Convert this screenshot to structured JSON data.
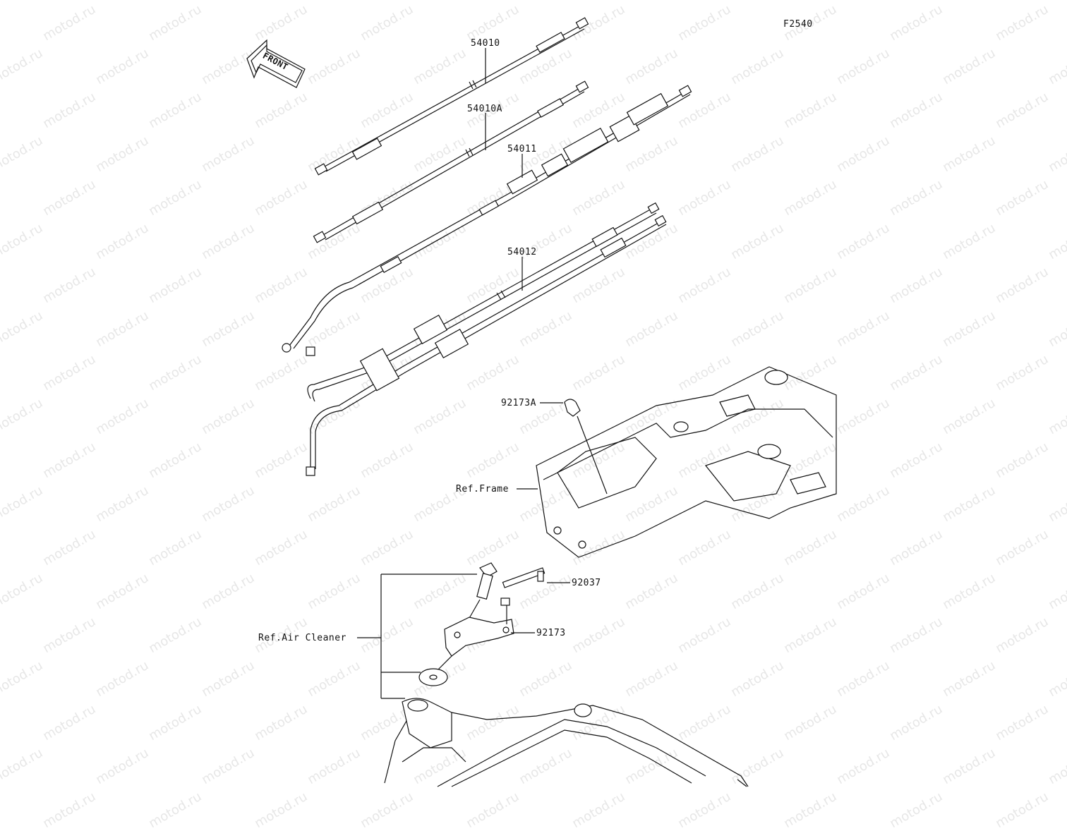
{
  "diagram_code": "F2540",
  "front_label": "FRONT",
  "watermark": "motod.ru",
  "parts": {
    "cable_a": "54010",
    "cable_b": "54010A",
    "cable_c": "54011",
    "cable_d": "54012",
    "clamp_a": "92173A",
    "band": "92037",
    "clamp_b": "92173"
  },
  "refs": {
    "frame": "Ref.Frame",
    "air_cleaner": "Ref.Air Cleaner"
  }
}
